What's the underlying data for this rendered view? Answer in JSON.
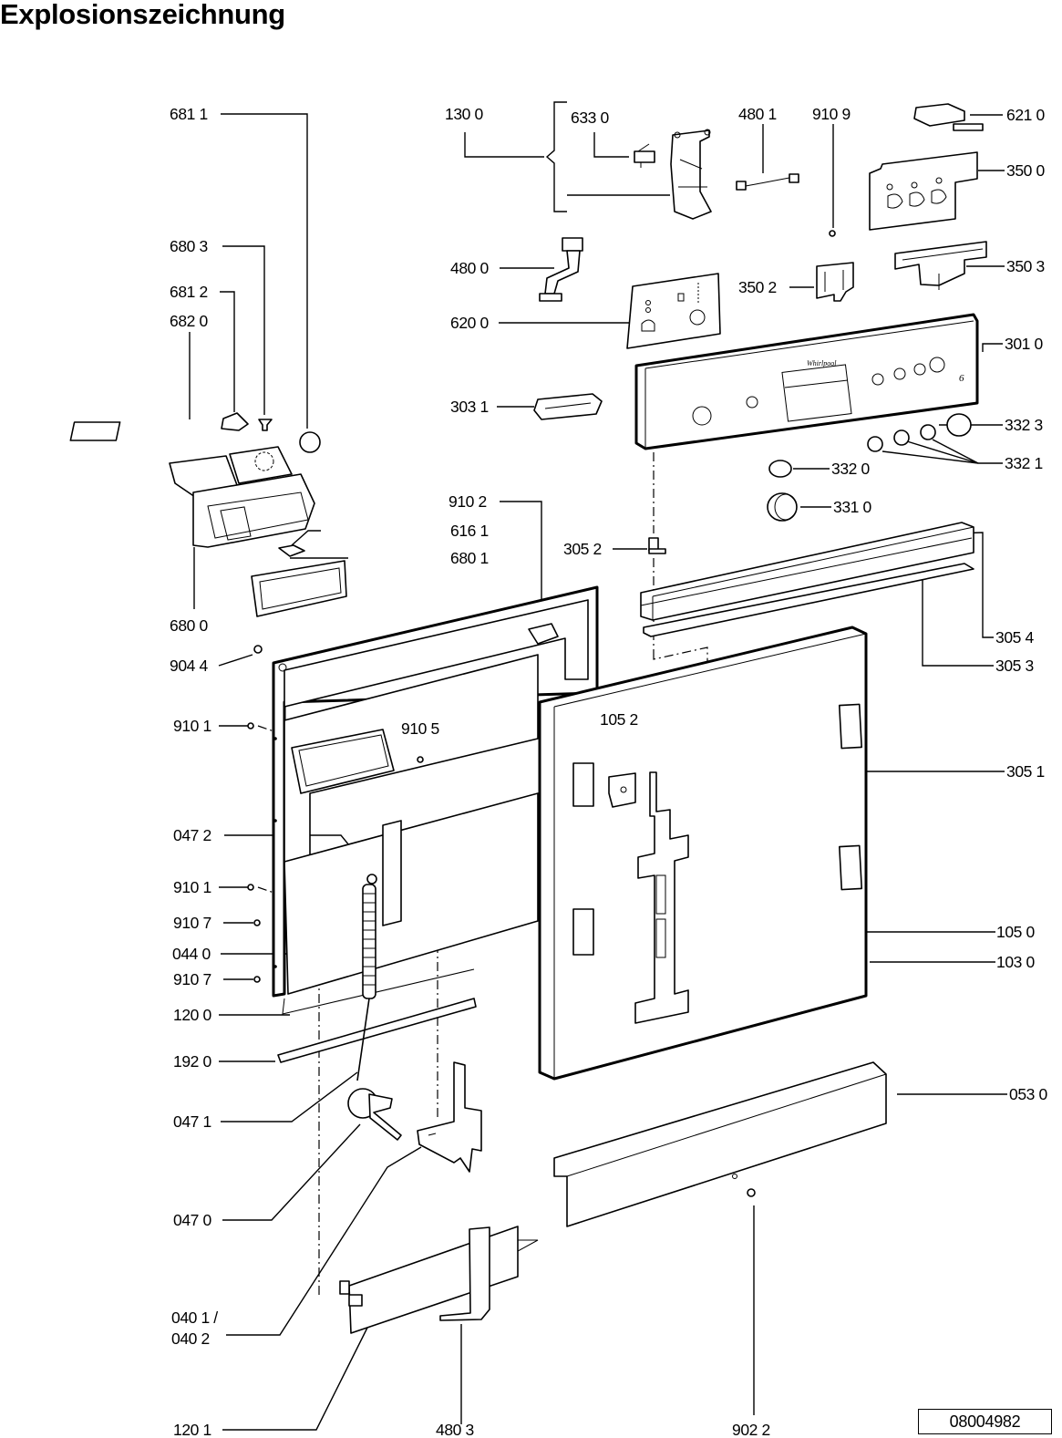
{
  "title": "Explosionszeichnung",
  "document_number": "08004982",
  "labels": {
    "p6811": "681 1",
    "p1300": "130 0",
    "p6330": "633 0",
    "p4801": "480 1",
    "p9109": "910 9",
    "p6210": "621 0",
    "p3500": "350 0",
    "p6803": "680 3",
    "p4800": "480 0",
    "p6812": "681 2",
    "p3502": "350 2",
    "p3503": "350 3",
    "p6820": "682 0",
    "p6200": "620 0",
    "p3010": "301 0",
    "p3031": "303 1",
    "p3323": "332 3",
    "p3321": "332 1",
    "p3320": "332 0",
    "p9102": "910 2",
    "p3310": "331 0",
    "p6161": "616 1",
    "p6801": "680 1",
    "p3052": "305 2",
    "p6800": "680 0",
    "p3054": "305 4",
    "p9044": "904 4",
    "p3053": "305 3",
    "p9101a": "910 1",
    "p1052": "105 2",
    "p9105": "910 5",
    "p3051": "305 1",
    "p0472": "047 2",
    "p9101b": "910 1",
    "p9107a": "910 7",
    "p0440": "044 0",
    "p1050": "105 0",
    "p9107b": "910 7",
    "p1030": "103 0",
    "p1200": "120 0",
    "p1920": "192 0",
    "p0530": "053 0",
    "p0471": "047 1",
    "p0470": "047 0",
    "p0401": "040 1 /",
    "p0402": "040 2",
    "p1201": "120 1",
    "p4803": "480 3",
    "p9022": "902 2"
  }
}
